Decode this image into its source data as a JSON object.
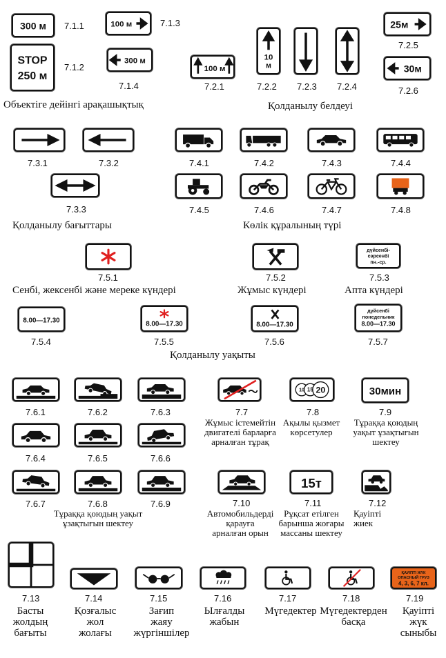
{
  "sections": {
    "distance": "Объектіге дейінгі арақашықтық",
    "zone": "Қолданылу белдеуі",
    "directions": "Қолданылу бағыттары",
    "vehicle": "Көлік құралының түрі",
    "days_off": "Сенбі, жексенбі және мереке күндері",
    "workdays": "Жұмыс күндері",
    "weekdays": "Апта күндері",
    "time": "Қолданылу уақыты"
  },
  "codes": {
    "c711": "7.1.1",
    "c712": "7.1.2",
    "c713": "7.1.3",
    "c714": "7.1.4",
    "c721": "7.2.1",
    "c722": "7.2.2",
    "c723": "7.2.3",
    "c724": "7.2.4",
    "c725": "7.2.5",
    "c726": "7.2.6",
    "c731": "7.3.1",
    "c732": "7.3.2",
    "c733": "7.3.3",
    "c741": "7.4.1",
    "c742": "7.4.2",
    "c743": "7.4.3",
    "c744": "7.4.4",
    "c745": "7.4.5",
    "c746": "7.4.6",
    "c747": "7.4.7",
    "c748": "7.4.8",
    "c751": "7.5.1",
    "c752": "7.5.2",
    "c753": "7.5.3",
    "c754": "7.5.4",
    "c755": "7.5.5",
    "c756": "7.5.6",
    "c757": "7.5.7",
    "c761": "7.6.1",
    "c762": "7.6.2",
    "c763": "7.6.3",
    "c77": "7.7",
    "c78": "7.8",
    "c79": "7.9",
    "c764": "7.6.4",
    "c765": "7.6.5",
    "c766": "7.6.6",
    "c767": "7.6.7",
    "c768": "7.6.8",
    "c769": "7.6.9",
    "c710": "7.10",
    "c711b": "7.11",
    "c712b": "7.12",
    "c713b": "7.13",
    "c714b": "7.14",
    "c715": "7.15",
    "c716": "7.16",
    "c717": "7.17",
    "c718": "7.18",
    "c719": "7.19"
  },
  "signs": {
    "s711": "300 м",
    "s712a": "STOP",
    "s712b": "250 м",
    "s713": "100 м",
    "s714": "300 м",
    "s721": "100 м",
    "s722a": "10",
    "s722b": "м",
    "s725": "25м",
    "s726": "30м",
    "s753a": "дүйсенбі-",
    "s753b": "сәрсенбі",
    "s753c": "пн.-ср.",
    "s754": "8.00—17.30",
    "s755": "8.00—17.30",
    "s756": "8.00—17.30",
    "s757a": "дүйсенбі",
    "s757b": "понедельник",
    "s757c": "8.00—17.30",
    "s78a": "10",
    "s78b": "15",
    "s78c": "20",
    "s79": "30мин",
    "s711b": "15т",
    "s719a": "ҚАУІПТІ ЖҮК",
    "s719b": "ОПАСНЫЙ ГРУЗ",
    "s719c": "4, 3, 6, 7 кл."
  },
  "descs": {
    "d77": [
      "Жұмыс істемейтін",
      "двигателі барларға",
      "арналған тұрақ"
    ],
    "d78": [
      "Ақылы қызмет",
      "көрсетулер"
    ],
    "d79": [
      "Тұраққа қоюдың",
      "уақыт ұзақтығын",
      "шектеу"
    ],
    "d76": [
      "Тұраққа қоюдың уақыт",
      "ұзақтығын шектеу"
    ],
    "d710": [
      "Автомобильдерді",
      "қарауға",
      "арналған орын"
    ],
    "d711": [
      "Рұқсат етілген",
      "барынша жоғары",
      "массаны шектеу"
    ],
    "d712": [
      "Қауіпті",
      "жиек"
    ],
    "d713": [
      "Басты",
      "жолдың",
      "бағыты"
    ],
    "d714": [
      "Қозғалыс",
      "жол",
      "жолағы"
    ],
    "d715": [
      "Зағип",
      "жаяу",
      "жүргіншілер"
    ],
    "d716": [
      "Ылғалды",
      "жабын"
    ],
    "d717": [
      "Мүгедектер"
    ],
    "d718": [
      "Мүгедектерден",
      "басқа"
    ],
    "d719": [
      "Қауіпті",
      "жүк",
      "сыныбы"
    ]
  },
  "colors": {
    "ink": "#111111",
    "red": "#e02020",
    "orange": "#e8641a"
  }
}
